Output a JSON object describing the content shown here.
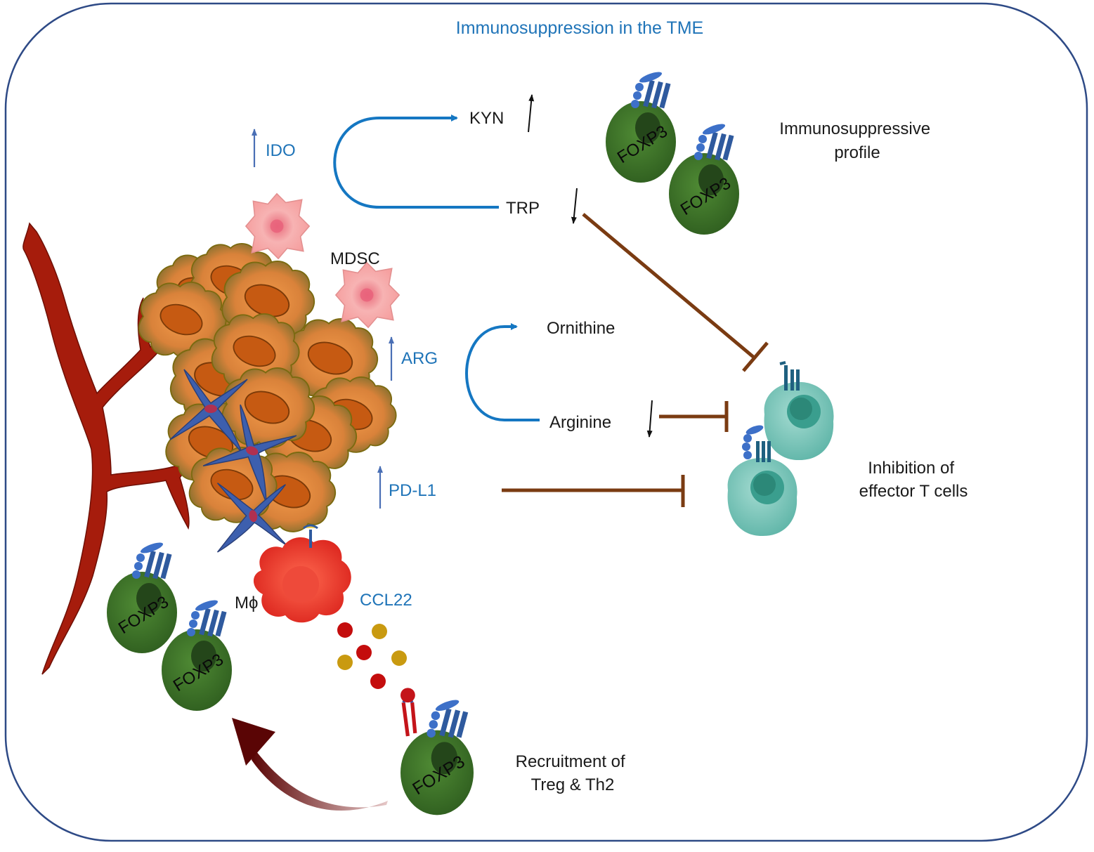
{
  "title": "Immunosuppression in the TME",
  "colors": {
    "frame": "#2e4a86",
    "blue_text": "#1f74b8",
    "pathway_arrow": "#1577c2",
    "inhibition": "#7a3b12",
    "treg_cell": "#3f7a2a",
    "effector_cell": "#7cc8bb",
    "vessel": "#a61c0c",
    "tumor": "#e8873a",
    "mdsc": "#f4a4a4",
    "macrophage": "#e0342a",
    "recruit_arrow": "#6b0a0a"
  },
  "labels": {
    "ido": "IDO",
    "kyn": "KYN",
    "trp": "TRP",
    "mdsc": "MDSC",
    "arg": "ARG",
    "ornithine": "Ornithine",
    "arginine": "Arginine",
    "pdl1": "PD-L1",
    "macrophage": "Mϕ",
    "ccl22": "CCL22",
    "foxp3": "FOXP3",
    "immunosuppressive_profile": [
      "Immunosuppressive",
      "profile"
    ],
    "inhibition_effector": [
      "Inhibition of",
      "effector T cells"
    ],
    "recruitment": [
      "Recruitment of",
      "Treg & Th2"
    ]
  },
  "icons": [
    "up-arrow-icon",
    "down-arrow-icon",
    "inhibition-bar-icon",
    "treg-cell-icon",
    "effector-t-cell-icon",
    "tumor-cell-icon",
    "mdsc-icon",
    "macrophage-icon",
    "blood-vessel-icon",
    "chemokine-dot-icon"
  ]
}
